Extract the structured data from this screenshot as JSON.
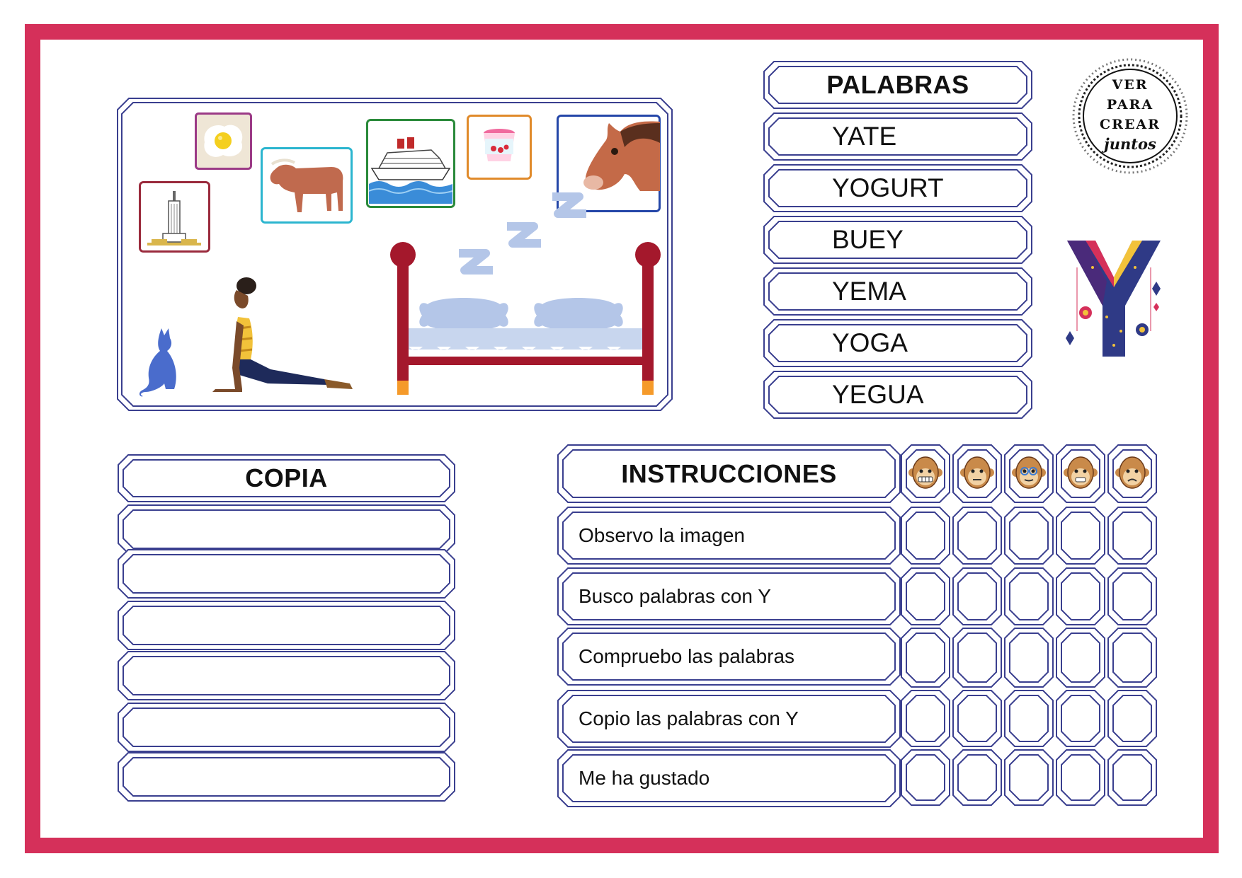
{
  "colors": {
    "frame": "#d5305a",
    "box_line": "#3a3f8f"
  },
  "words": {
    "title": "PALABRAS",
    "items": [
      "YATE",
      "YOGURT",
      "BUEY",
      "YEMA",
      "YOGA",
      "YEGUA"
    ]
  },
  "copy": {
    "title": "COPIA",
    "lines": 6
  },
  "instructions": {
    "title": "INSTRUCCIONES",
    "steps": [
      "Observo la imagen",
      "Busco palabras con Y",
      "Compruebo las palabras",
      "Copio las palabras con Y",
      "Me ha gustado"
    ]
  },
  "rating_faces": [
    "monkey-grinning-icon",
    "monkey-neutral-icon",
    "monkey-glasses-icon",
    "monkey-worried-icon",
    "monkey-sad-icon"
  ],
  "logo": {
    "line1": "VER",
    "line2": "PARA",
    "line3": "CREAR",
    "line4": "juntos"
  },
  "scene_icons": [
    "empire-state-building-icon",
    "fried-egg-icon",
    "ox-icon",
    "yacht-icon",
    "yogurt-icon",
    "horse-icon",
    "cat-icon",
    "yoga-woman-icon",
    "bed-icon",
    "zzz-icon"
  ]
}
